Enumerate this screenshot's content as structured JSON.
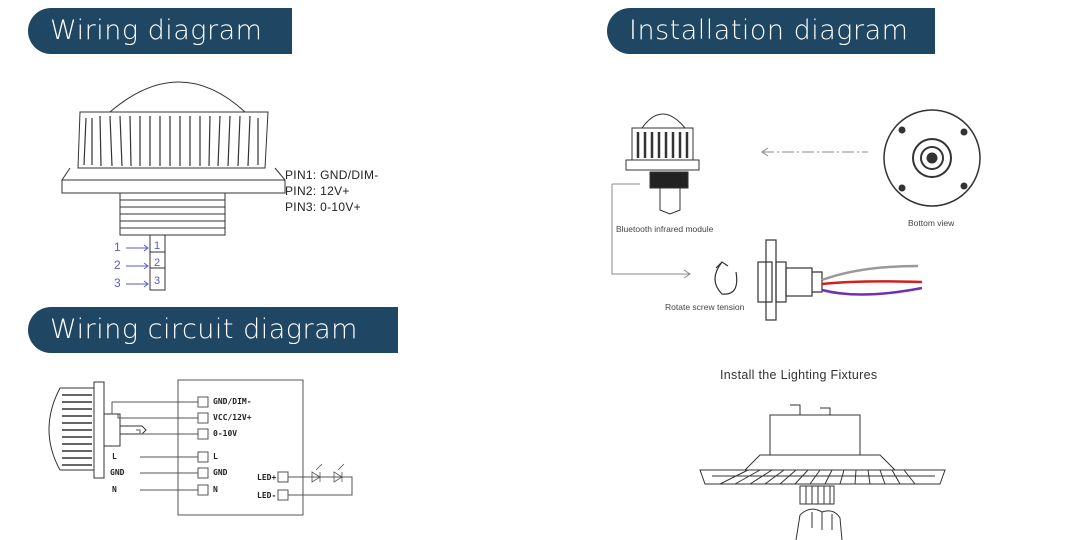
{
  "sections": {
    "wiring": "Wiring diagram",
    "installation": "Installation diagram",
    "circuit": "Wiring circuit diagram"
  },
  "pins": [
    "PIN1: GND/DIM-",
    "PIN2: 12V+",
    "PIN3: 0-10V+"
  ],
  "pin_numbers": [
    "1",
    "2",
    "3"
  ],
  "installation_labels": {
    "module": "Bluetooth infrared module",
    "bottom_view": "Bottom view",
    "rotate": "Rotate screw tension",
    "fixtures": "Install the Lighting Fixtures"
  },
  "circuit_labels": {
    "gnd_dim": "GND/DIM-",
    "vcc": "VCC/12V+",
    "dim": "0-10V",
    "l": "L",
    "gnd": "GND",
    "n": "N",
    "led_plus": "LED+",
    "led_minus": "LED-"
  },
  "colors": {
    "banner": "#1f4663",
    "pin_arrows": "#5a5ad0",
    "wire_red": "#d02020",
    "wire_purple": "#7030b0",
    "wire_gray": "#999999"
  }
}
